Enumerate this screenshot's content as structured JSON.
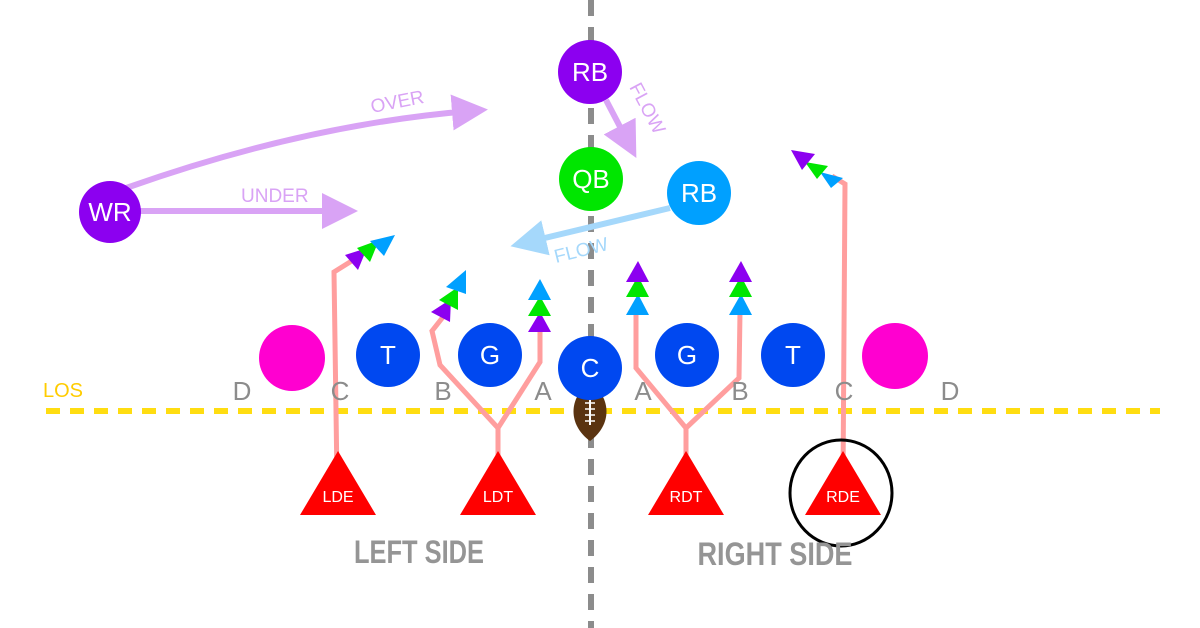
{
  "title": "Defensive line rush lanes vs offensive flow",
  "los_label": "LOS",
  "colors": {
    "purple": "#8c00f0",
    "purple_light": "#d9a3f5",
    "green": "#00e600",
    "blue_light": "#00a0ff",
    "blue_flow": "#a5d8fb",
    "oline_blue": "#0048f0",
    "magenta": "#ff00d0",
    "red": "#ff0000",
    "rush_line": "#ff9e9e",
    "los": "#ffdd11",
    "center_line": "#8c8c8c",
    "football": "#5a3310"
  },
  "offense": {
    "wr": {
      "label": "WR"
    },
    "rb_top": {
      "label": "RB"
    },
    "qb": {
      "label": "QB"
    },
    "rb_right": {
      "label": "RB"
    },
    "center": {
      "label": "C"
    },
    "left_guard": {
      "label": "G"
    },
    "left_tackle": {
      "label": "T"
    },
    "right_guard": {
      "label": "G"
    },
    "right_tackle": {
      "label": "T"
    }
  },
  "routes": {
    "over": "OVER",
    "under": "UNDER",
    "flow_top": "FLOW",
    "flow_right": "FLOW"
  },
  "gaps": {
    "left": [
      "D",
      "C",
      "B",
      "A"
    ],
    "right": [
      "A",
      "B",
      "C",
      "D"
    ]
  },
  "defense": {
    "lde": "LDE",
    "ldt": "LDT",
    "rdt": "RDT",
    "rde": "RDE",
    "highlighted": "RDE"
  },
  "sides": {
    "left": "LEFT SIDE",
    "right": "RIGHT SIDE"
  }
}
